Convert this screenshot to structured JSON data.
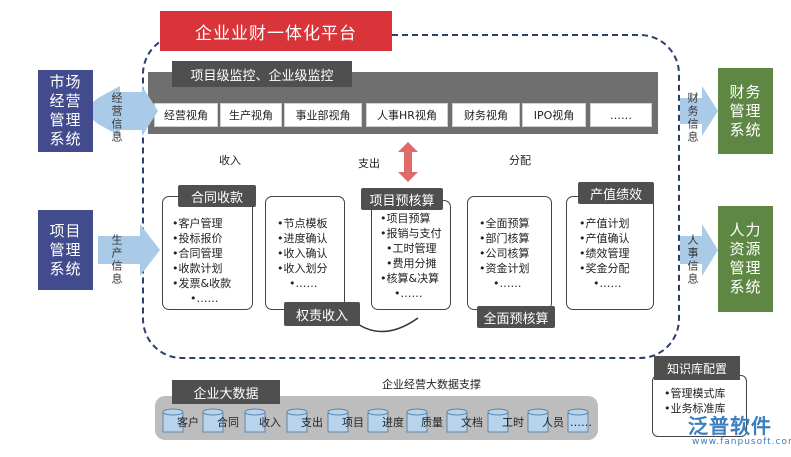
{
  "platform": {
    "title": "企业业财一体化平台"
  },
  "monitor": {
    "title": "项目级监控、企业级监控",
    "views": [
      "经营视角",
      "生产视角",
      "事业部视角",
      "人事HR视角",
      "财务视角",
      "IPO视角",
      "……"
    ]
  },
  "left_systems": [
    {
      "name": "市场\n经营\n管理\n系统",
      "flow": "经营信息"
    },
    {
      "name": "项目\n管理\n系统",
      "flow": "生产信息"
    }
  ],
  "right_systems": [
    {
      "name": "财务\n管理\n系统",
      "flow": "财务信息"
    },
    {
      "name": "人力\n资源\n管理\n系统",
      "flow": "人事信息"
    }
  ],
  "flow_labels": {
    "income": "收入",
    "expense": "支出",
    "distribution": "分配"
  },
  "panels": {
    "contract": {
      "title": "合同收款",
      "items": [
        "•客户管理",
        "•投标报价",
        "•合同管理",
        "•收款计划",
        "•发票&收款",
        "•……"
      ]
    },
    "responsibility": {
      "title": "权责收入",
      "items": [
        "•节点模板",
        "•进度确认",
        "•收入确认",
        "•收入划分",
        "•……"
      ]
    },
    "project_budget": {
      "title": "项目预核算",
      "items": [
        "•项目预算",
        "•报销与支付",
        "•工时管理",
        "•费用分摊",
        "•核算&决算",
        "•……"
      ]
    },
    "full_budget": {
      "title": "全面预核算",
      "items": [
        "•全面预算",
        "•部门核算",
        "•公司核算",
        "•资金计划",
        "•……"
      ]
    },
    "performance": {
      "title": "产值绩效",
      "items": [
        "•产值计划",
        "•产值确认",
        "•绩效管理",
        "•奖金分配",
        "•……"
      ]
    }
  },
  "bigdata": {
    "title": "企业大数据",
    "note": "企业经营大数据支撑",
    "items": [
      "客户",
      "合同",
      "收入",
      "支出",
      "项目",
      "进度",
      "质量",
      "文档",
      "工时",
      "人员",
      "……"
    ]
  },
  "knowledge": {
    "title": "知识库配置",
    "items": [
      "•管理模式库",
      "•业务标准库"
    ]
  },
  "watermark": {
    "brand": "泛普软件",
    "url": "www.fanpusoft.com"
  },
  "colors": {
    "title_red": "#d9343a",
    "system_blue": "#424b8e",
    "system_green": "#5f8744",
    "arrow_blue": "#a9cbe8",
    "panel_dark": "#4f4f4f"
  }
}
